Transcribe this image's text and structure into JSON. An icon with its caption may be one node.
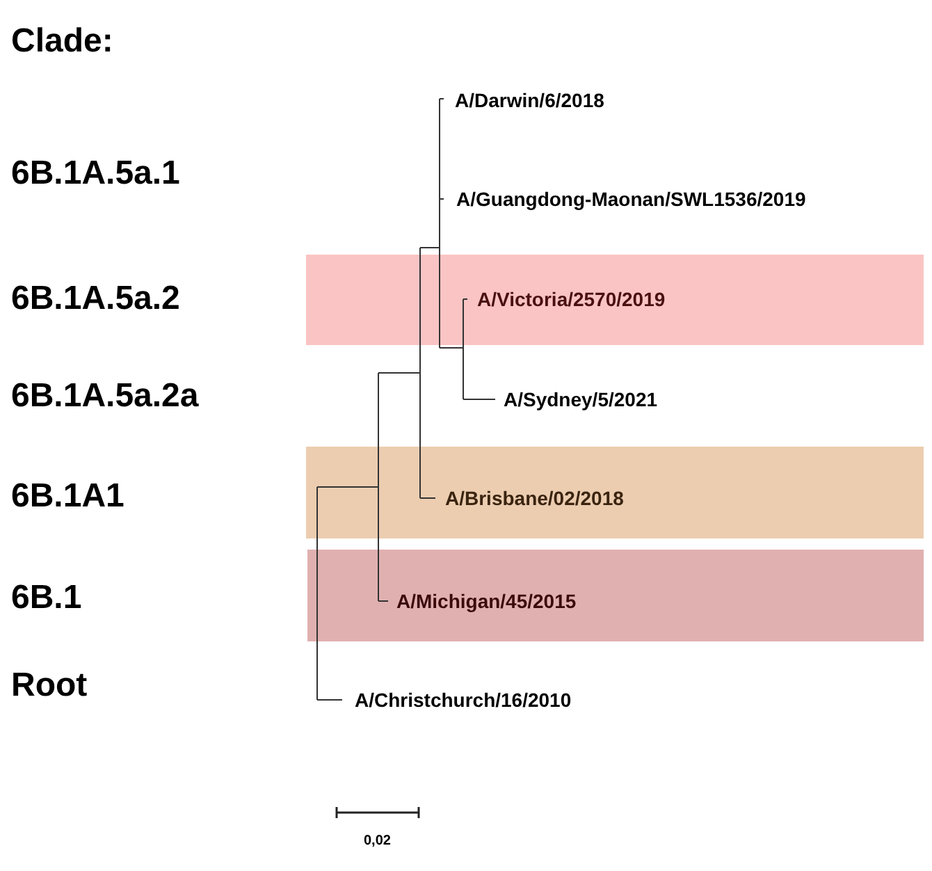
{
  "diagram": {
    "labels": [
      "Clade:",
      "A/Darwin/6/2018",
      "6B.1A.5a.1",
      "A/Guangdong-Maonan/SWL1536/2019",
      "6B.1A.5a.2",
      "A/Victoria/2570/2019",
      "6B.1A.5a.2a",
      "A/Sydney/5/2021",
      "6B.1A1",
      "A/Brisbane/02/2018",
      "6B.1",
      "A/Michigan/45/2015",
      "Root",
      "A/Christchurch/16/2010",
      "0,02"
    ]
  }
}
